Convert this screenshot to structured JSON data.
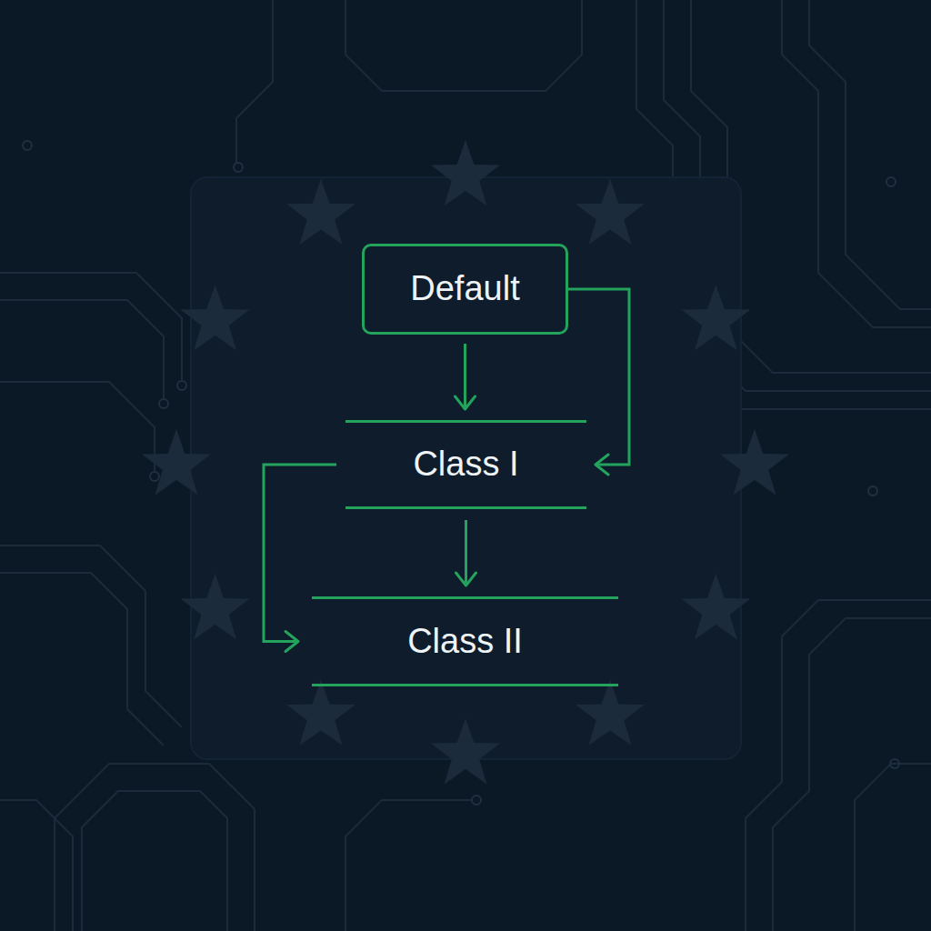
{
  "diagram": {
    "nodes": [
      {
        "text": [
          "Default"
        ]
      },
      {
        "text": [
          "Class I"
        ]
      },
      {
        "text": [
          "Class II"
        ]
      }
    ],
    "edges": [
      {
        "from": 0,
        "to": 1,
        "arrow": "to"
      },
      {
        "from": 0,
        "to": 1,
        "arrow": "to"
      },
      {
        "from": 1,
        "to": 2,
        "arrow": "to"
      },
      {
        "from": 1,
        "to": 2,
        "arrow": "to"
      }
    ]
  }
}
